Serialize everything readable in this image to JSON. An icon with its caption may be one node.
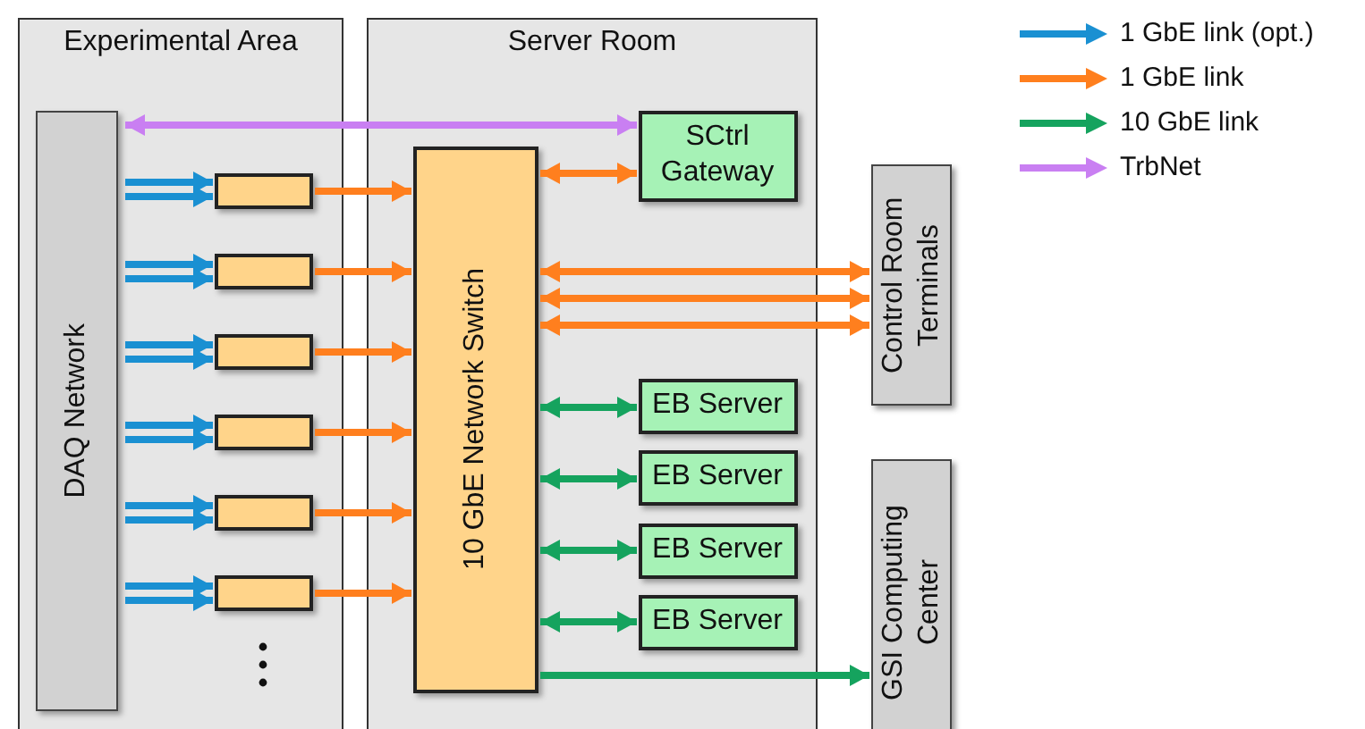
{
  "diagram": {
    "nodes": [
      {
        "text": [
          "Experimental Area"
        ]
      },
      {
        "text": [
          "Server Room"
        ]
      },
      {
        "text": [
          "DAQ Network"
        ],
        "in": 0
      },
      {
        "text": [],
        "shape": "box",
        "in": 0
      },
      {
        "text": [],
        "shape": "box",
        "in": 0
      },
      {
        "text": [],
        "shape": "box",
        "in": 0
      },
      {
        "text": [],
        "shape": "box",
        "in": 0
      },
      {
        "text": [],
        "shape": "box",
        "in": 0
      },
      {
        "text": [],
        "shape": "box",
        "in": 0
      },
      {
        "text": [
          "10 GbE Network Switch"
        ],
        "in": 1
      },
      {
        "text": [
          "SCtrl Gateway"
        ],
        "in": 1
      },
      {
        "text": [
          "EB Server"
        ],
        "in": 1
      },
      {
        "text": [
          "EB Server"
        ],
        "in": 1
      },
      {
        "text": [
          "EB Server"
        ],
        "in": 1
      },
      {
        "text": [
          "EB Server"
        ],
        "in": 1
      },
      {
        "text": [
          "Control Room Terminals"
        ]
      },
      {
        "text": [
          "GSI Computing Center"
        ]
      }
    ],
    "edges": [
      {
        "from": 2,
        "to": 10,
        "arrow": "both",
        "color": "#c97ff2"
      },
      {
        "from": 2,
        "to": 3,
        "arrow": "to",
        "color": "#1a90d2"
      },
      {
        "from": 2,
        "to": 3,
        "arrow": "to",
        "color": "#1a90d2"
      },
      {
        "from": 2,
        "to": 4,
        "arrow": "to",
        "color": "#1a90d2"
      },
      {
        "from": 2,
        "to": 4,
        "arrow": "to",
        "color": "#1a90d2"
      },
      {
        "from": 2,
        "to": 5,
        "arrow": "to",
        "color": "#1a90d2"
      },
      {
        "from": 2,
        "to": 5,
        "arrow": "to",
        "color": "#1a90d2"
      },
      {
        "from": 2,
        "to": 6,
        "arrow": "to",
        "color": "#1a90d2"
      },
      {
        "from": 2,
        "to": 6,
        "arrow": "to",
        "color": "#1a90d2"
      },
      {
        "from": 2,
        "to": 7,
        "arrow": "to",
        "color": "#1a90d2"
      },
      {
        "from": 2,
        "to": 7,
        "arrow": "to",
        "color": "#1a90d2"
      },
      {
        "from": 2,
        "to": 8,
        "arrow": "to",
        "color": "#1a90d2"
      },
      {
        "from": 2,
        "to": 8,
        "arrow": "to",
        "color": "#1a90d2"
      },
      {
        "from": 3,
        "to": 9,
        "arrow": "to",
        "color": "#ff7f1e"
      },
      {
        "from": 4,
        "to": 9,
        "arrow": "to",
        "color": "#ff7f1e"
      },
      {
        "from": 5,
        "to": 9,
        "arrow": "to",
        "color": "#ff7f1e"
      },
      {
        "from": 6,
        "to": 9,
        "arrow": "to",
        "color": "#ff7f1e"
      },
      {
        "from": 7,
        "to": 9,
        "arrow": "to",
        "color": "#ff7f1e"
      },
      {
        "from": 8,
        "to": 9,
        "arrow": "to",
        "color": "#ff7f1e"
      },
      {
        "from": 9,
        "to": 10,
        "arrow": "both",
        "color": "#ff7f1e"
      },
      {
        "from": 9,
        "to": 15,
        "arrow": "both",
        "color": "#ff7f1e"
      },
      {
        "from": 9,
        "to": 15,
        "arrow": "both",
        "color": "#ff7f1e"
      },
      {
        "from": 9,
        "to": 15,
        "arrow": "both",
        "color": "#ff7f1e"
      },
      {
        "from": 9,
        "to": 11,
        "arrow": "both",
        "color": "#15a35e"
      },
      {
        "from": 9,
        "to": 12,
        "arrow": "both",
        "color": "#15a35e"
      },
      {
        "from": 9,
        "to": 13,
        "arrow": "both",
        "color": "#15a35e"
      },
      {
        "from": 9,
        "to": 14,
        "arrow": "both",
        "color": "#15a35e"
      },
      {
        "from": 9,
        "to": 16,
        "arrow": "to",
        "color": "#15a35e"
      }
    ],
    "legend": [
      {
        "text": "1 GbE link (opt.)",
        "color": "#1a90d2"
      },
      {
        "text": "1 GbE link",
        "color": "#ff7f1e"
      },
      {
        "text": "10 GbE link",
        "color": "#15a35e"
      },
      {
        "text": "TrbNet",
        "color": "#c97ff2"
      }
    ]
  }
}
